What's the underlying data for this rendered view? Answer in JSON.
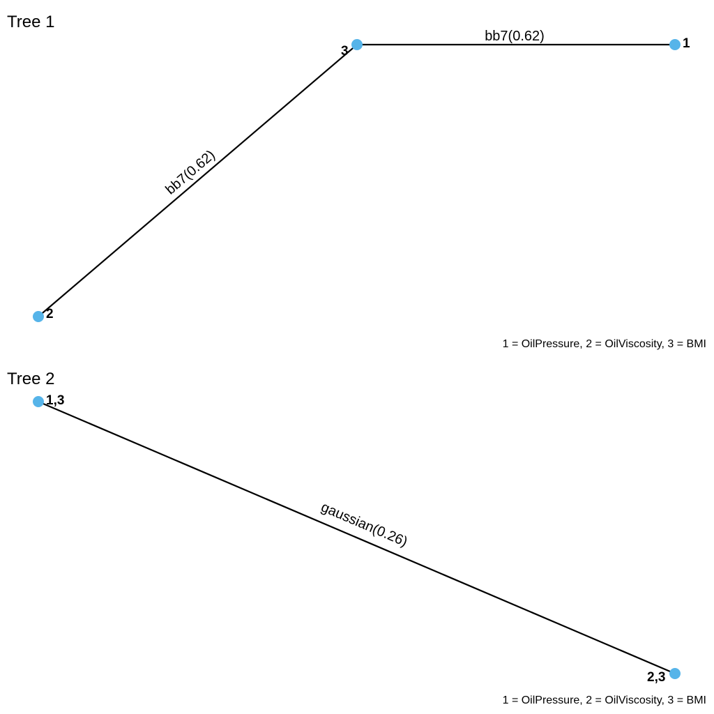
{
  "node_color": "#56B4E9",
  "trees": [
    {
      "title": "Tree 1",
      "nodes": [
        "3",
        "1",
        "2"
      ],
      "edges": [
        {
          "label": "bb7(0.62)",
          "from": "3",
          "to": "1"
        },
        {
          "label": "bb7(0.62)",
          "from": "2",
          "to": "3"
        }
      ],
      "legend": "1 = OilPressure, 2 = OilViscosity, 3 = BMI"
    },
    {
      "title": "Tree 2",
      "nodes": [
        "1,3",
        "2,3"
      ],
      "edges": [
        {
          "label": "gaussian(0.26)",
          "from": "1,3",
          "to": "2,3"
        }
      ],
      "legend": "1 = OilPressure, 2 = OilViscosity, 3 = BMI"
    }
  ]
}
